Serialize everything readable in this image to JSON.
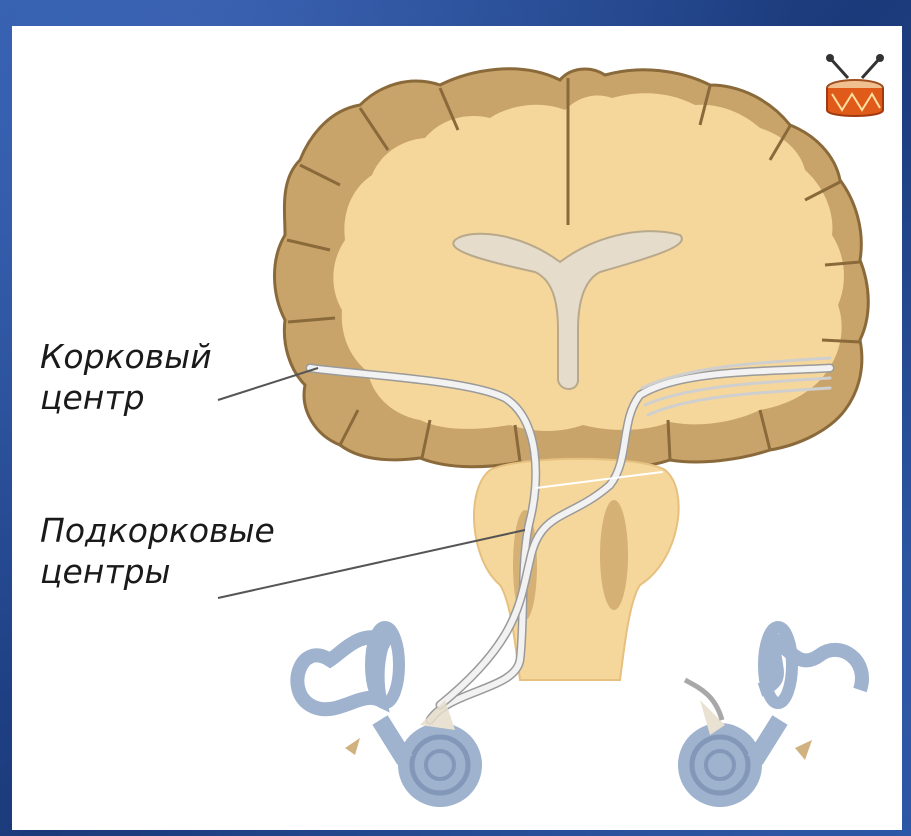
{
  "labels": {
    "cortical_center": [
      "Корковый",
      "центр"
    ],
    "subcortical_centers": [
      "Подкорковые",
      "центры"
    ]
  },
  "icons": [
    "drum-icon",
    "brain-icon",
    "inner-ear-icon"
  ],
  "colors": {
    "background": "#1d3f82",
    "cortex_gray_matter": "#c9a46a",
    "white_matter": "#f6d79b",
    "ventricle": "#e6dccb",
    "nerve_pathway": "#f2f2f2",
    "ear": "#8fa5c6"
  }
}
